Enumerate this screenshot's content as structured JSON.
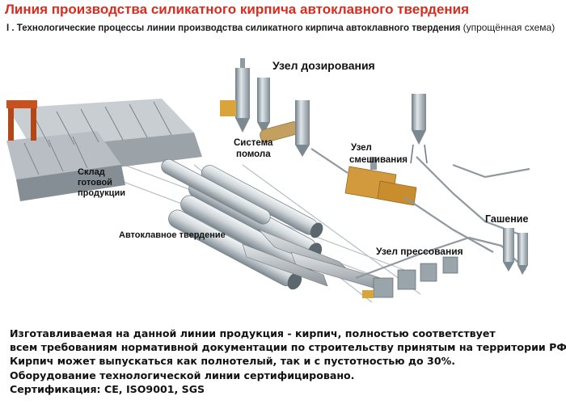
{
  "title": "Линия производства силикатного кирпича автоклавного твердения",
  "subtitle": "I . Технологические процессы линии производства силикатного кирпича автоклавного твердения",
  "subtitle_extra": "(упрощённая схема)",
  "labels": {
    "dosing": "Узел дозирования",
    "grinding_1": "Система",
    "grinding_2": "помола",
    "mixing_1": "Узел",
    "mixing_2": "смешивания",
    "warehouse_1": "Склад",
    "warehouse_2": "готовой",
    "warehouse_3": "продукции",
    "autoclave": "Автоклавное твердение",
    "slaking": "Гашение",
    "pressing": "Узел прессования"
  },
  "description": [
    "Изготавливаемая на данной линии продукция - кирпич, полностью соответствует",
    "всем требованиям нормативной документации по строительству принятым на территории РФ.",
    "Кирпич может выпускаться как полнотелый, так и с пустотностью до 30%.",
    "Оборудование технологической линии сертифицировано.",
    "Сертификация: CE, ISO9001, SGS"
  ],
  "colors": {
    "title": "#d92c1e",
    "steel": "#9aa4ab",
    "brick": "#bfc4c8",
    "crane": "#c7511f",
    "machine": "#d9a43a"
  }
}
